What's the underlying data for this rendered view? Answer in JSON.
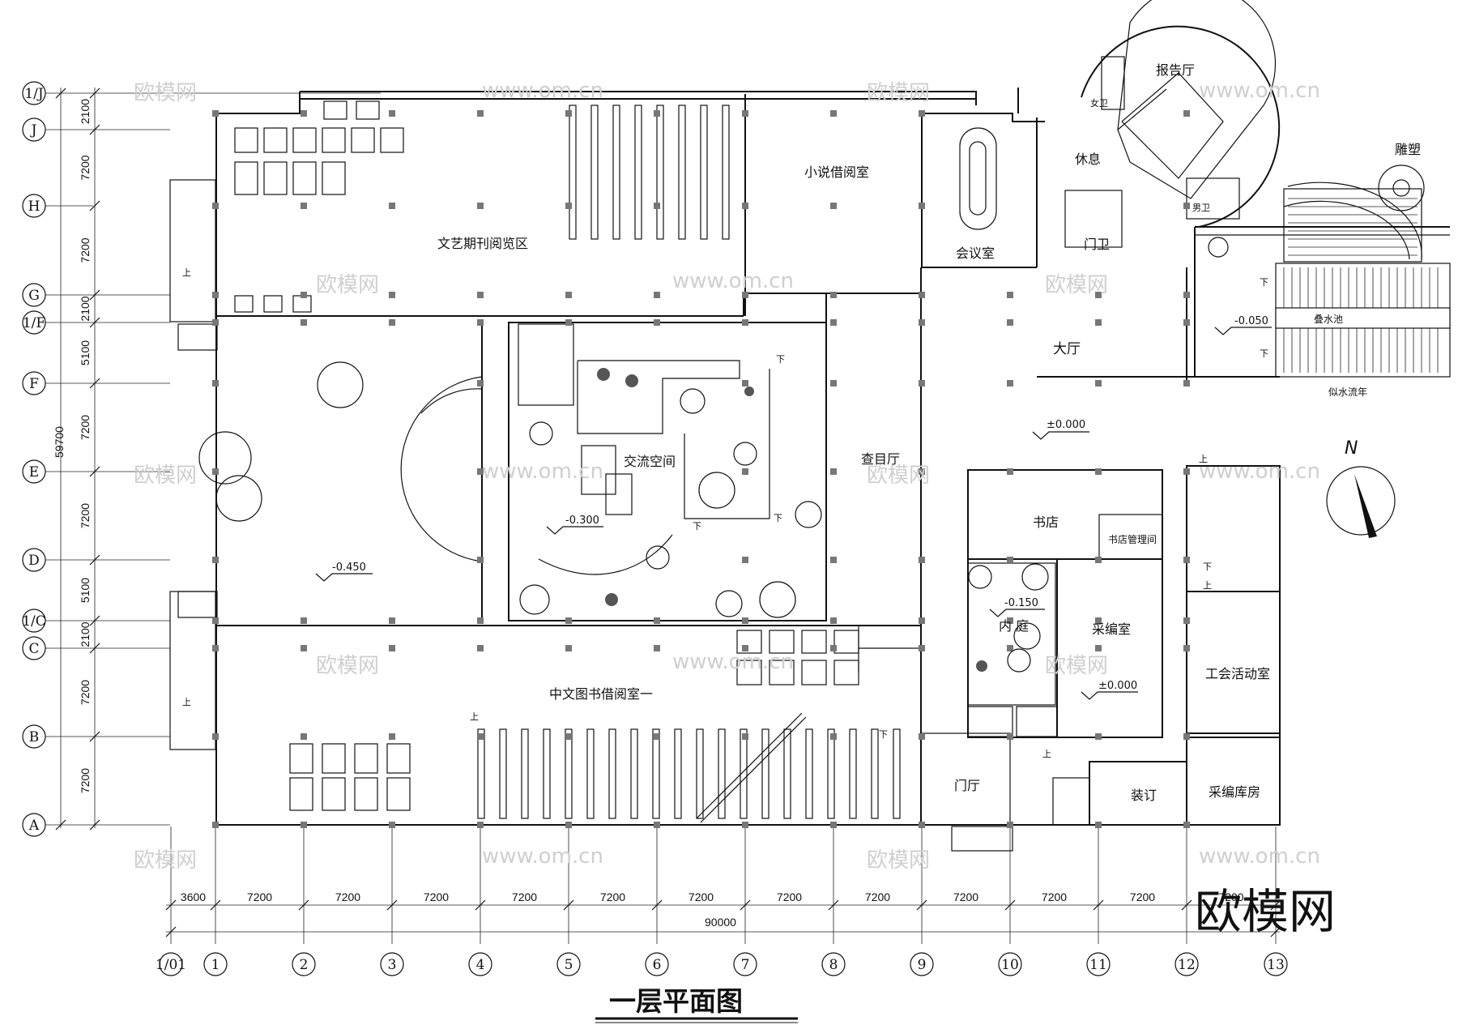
{
  "title": "一层平面图",
  "watermark_logo": "欧模网",
  "watermark_small": [
    "欧模网",
    "www.om.cn"
  ],
  "axes_horizontal": [
    "1/J",
    "J",
    "H",
    "G",
    "1/F",
    "F",
    "E",
    "D",
    "1/C",
    "C",
    "B",
    "A"
  ],
  "axes_vertical": [
    "1/01",
    "1",
    "2",
    "3",
    "4",
    "5",
    "6",
    "7",
    "8",
    "9",
    "10",
    "11",
    "12",
    "13"
  ],
  "dims_vertical": [
    "2100",
    "7200",
    "7200",
    "2100",
    "5100",
    "7200",
    "7200",
    "5100",
    "2100",
    "7200",
    "7200"
  ],
  "dim_total_vertical": "59700",
  "dims_horizontal": [
    "3600",
    "7200",
    "7200",
    "7200",
    "7200",
    "7200",
    "7200",
    "7200",
    "7200",
    "7200",
    "7200",
    "7200",
    "7200"
  ],
  "dim_total_horizontal": "90000",
  "rooms": {
    "periodical": "文艺期刊阅览区",
    "novel": "小说借阅室",
    "meeting": "会议室",
    "rest": "休息",
    "guard": "门卫",
    "lecture": "报告厅",
    "female_wc": "女卫",
    "male_wc": "男卫",
    "sculpture": "雕塑",
    "pool": "叠水池",
    "stream": "似水流年",
    "hall": "大厅",
    "exchange": "交流空间",
    "catalog": "查目厅",
    "bookstore": "书店",
    "bookstore_mgmt": "书店管理间",
    "courtyard": "内 庭",
    "editing": "采编室",
    "union": "工会活动室",
    "reading1": "中文图书借阅室一",
    "foyer": "门厅",
    "binding": "装订",
    "storage": "采编库房"
  },
  "levels": {
    "hall": "±0.000",
    "pool": "-0.050",
    "west": "-0.450",
    "exchange": "-0.300",
    "courtyard": "-0.150",
    "editing": "±0.000"
  },
  "marks": {
    "up": "上",
    "down": "下",
    "north": "N"
  }
}
